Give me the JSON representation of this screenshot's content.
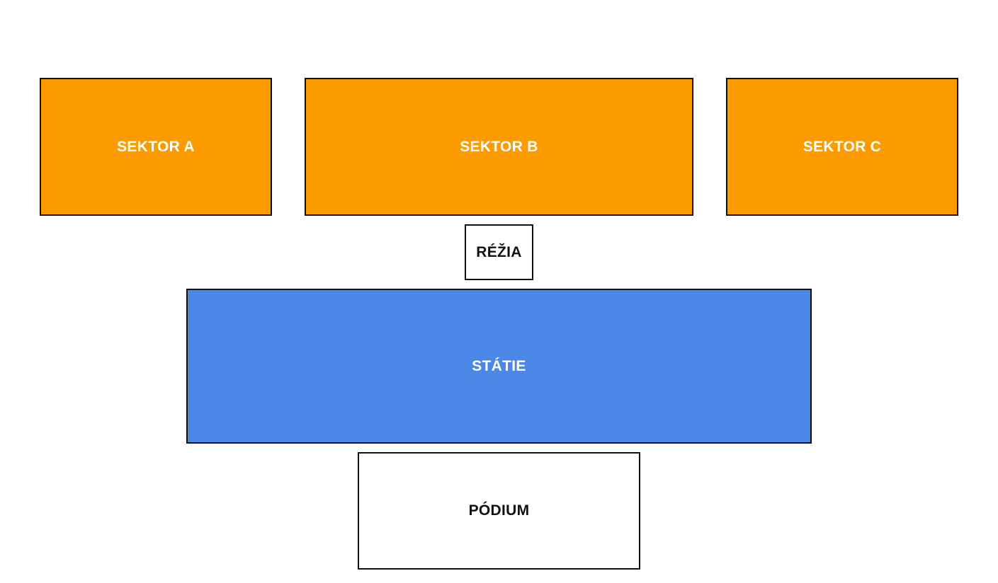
{
  "sectors": {
    "a": {
      "label": "SEKTOR A",
      "color": "#fb9b00"
    },
    "b": {
      "label": "SEKTOR B",
      "color": "#fb9b00"
    },
    "c": {
      "label": "SEKTOR C",
      "color": "#fb9b00"
    }
  },
  "rezia": {
    "label": "RÉŽIA",
    "color": "#ffffff"
  },
  "statie": {
    "label": "STÁTIE",
    "color": "#4a87e6"
  },
  "podium": {
    "label": "PÓDIUM",
    "color": "#ffffff"
  }
}
